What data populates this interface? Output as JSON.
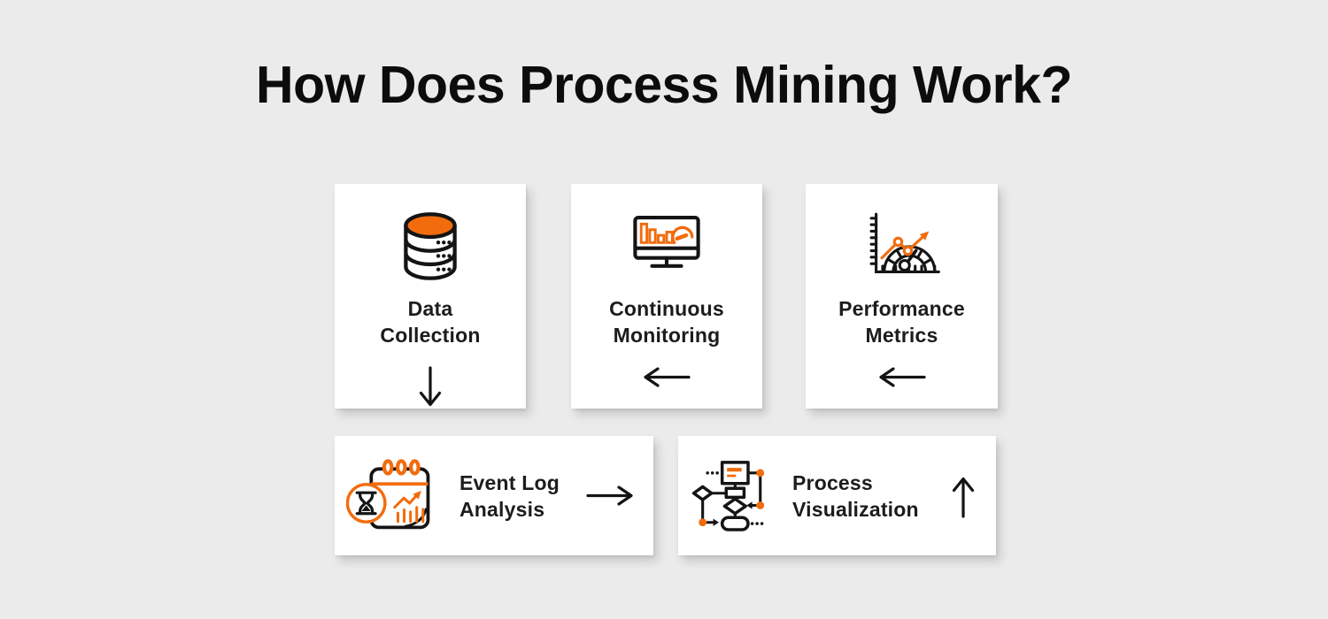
{
  "page": {
    "title": "How Does Process Mining Work?"
  },
  "colors": {
    "background": "#ebebeb",
    "card": "#ffffff",
    "accent_orange": "#f26c0d",
    "ink": "#141414"
  },
  "cards": [
    {
      "name": "data-collection",
      "lines": [
        "Data",
        "Collection"
      ],
      "icon": "database-icon",
      "flow_arrow": "down"
    },
    {
      "name": "continuous-monitoring",
      "lines": [
        "Continuous",
        "Monitoring"
      ],
      "icon": "monitor-bar-chart-icon",
      "flow_arrow": "left"
    },
    {
      "name": "performance-metrics",
      "lines": [
        "Performance",
        "Metrics"
      ],
      "icon": "gauge-line-chart-icon",
      "flow_arrow": "left"
    },
    {
      "name": "event-log-analysis",
      "lines": [
        "Event Log",
        "Analysis"
      ],
      "icon": "calendar-hourglass-icon",
      "flow_arrow": "right"
    },
    {
      "name": "process-visualization",
      "lines": [
        "Process",
        "Visualization"
      ],
      "icon": "flowchart-icon",
      "flow_arrow": "up"
    }
  ]
}
